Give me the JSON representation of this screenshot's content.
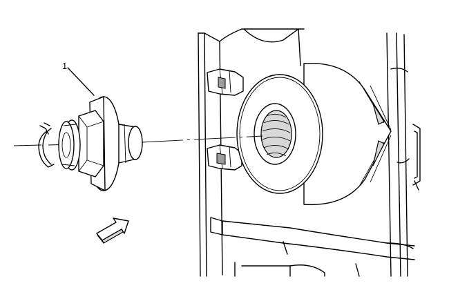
{
  "diagram": {
    "callout_label": "1",
    "part_icon": "drain-plug-with-retaining-clip",
    "arrow_icon": "direction-arrow",
    "line_color": "#000000",
    "fill_shade": "#d8d8d8"
  }
}
